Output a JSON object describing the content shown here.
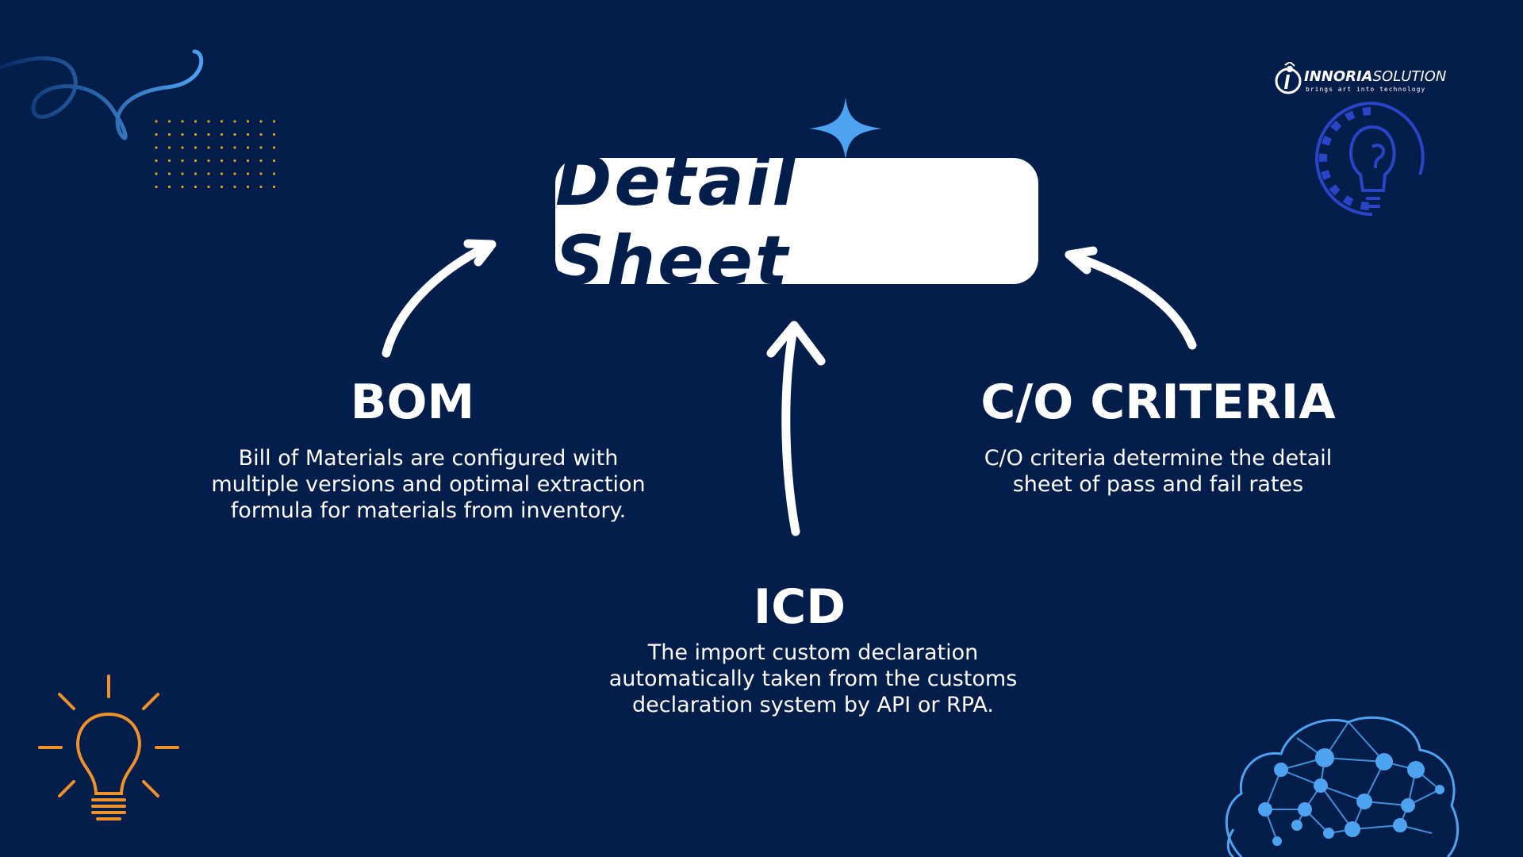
{
  "title": "Detail Sheet",
  "logo": {
    "name_bold": "INNORIA",
    "name_light": "SOLUTION",
    "tagline": "brings art into technology"
  },
  "nodes": {
    "bom": {
      "heading": "BOM",
      "lines": [
        "Bill of Materials are configured with",
        "multiple versions and optimal extraction",
        "formula for materials from inventory."
      ]
    },
    "criteria": {
      "heading": "C/O CRITERIA",
      "lines": [
        "C/O criteria determine the detail",
        "sheet of pass and fail rates"
      ]
    },
    "icd": {
      "heading": "ICD",
      "lines": [
        "The import custom declaration",
        "automatically taken from the customs",
        "declaration system by API or RPA."
      ]
    }
  },
  "colors": {
    "background": "#041e4b",
    "accent_blue": "#4da3f0",
    "bulb_orange": "#f0922b",
    "dots_yellow": "#d9a520",
    "arrow": "#ffffff"
  }
}
